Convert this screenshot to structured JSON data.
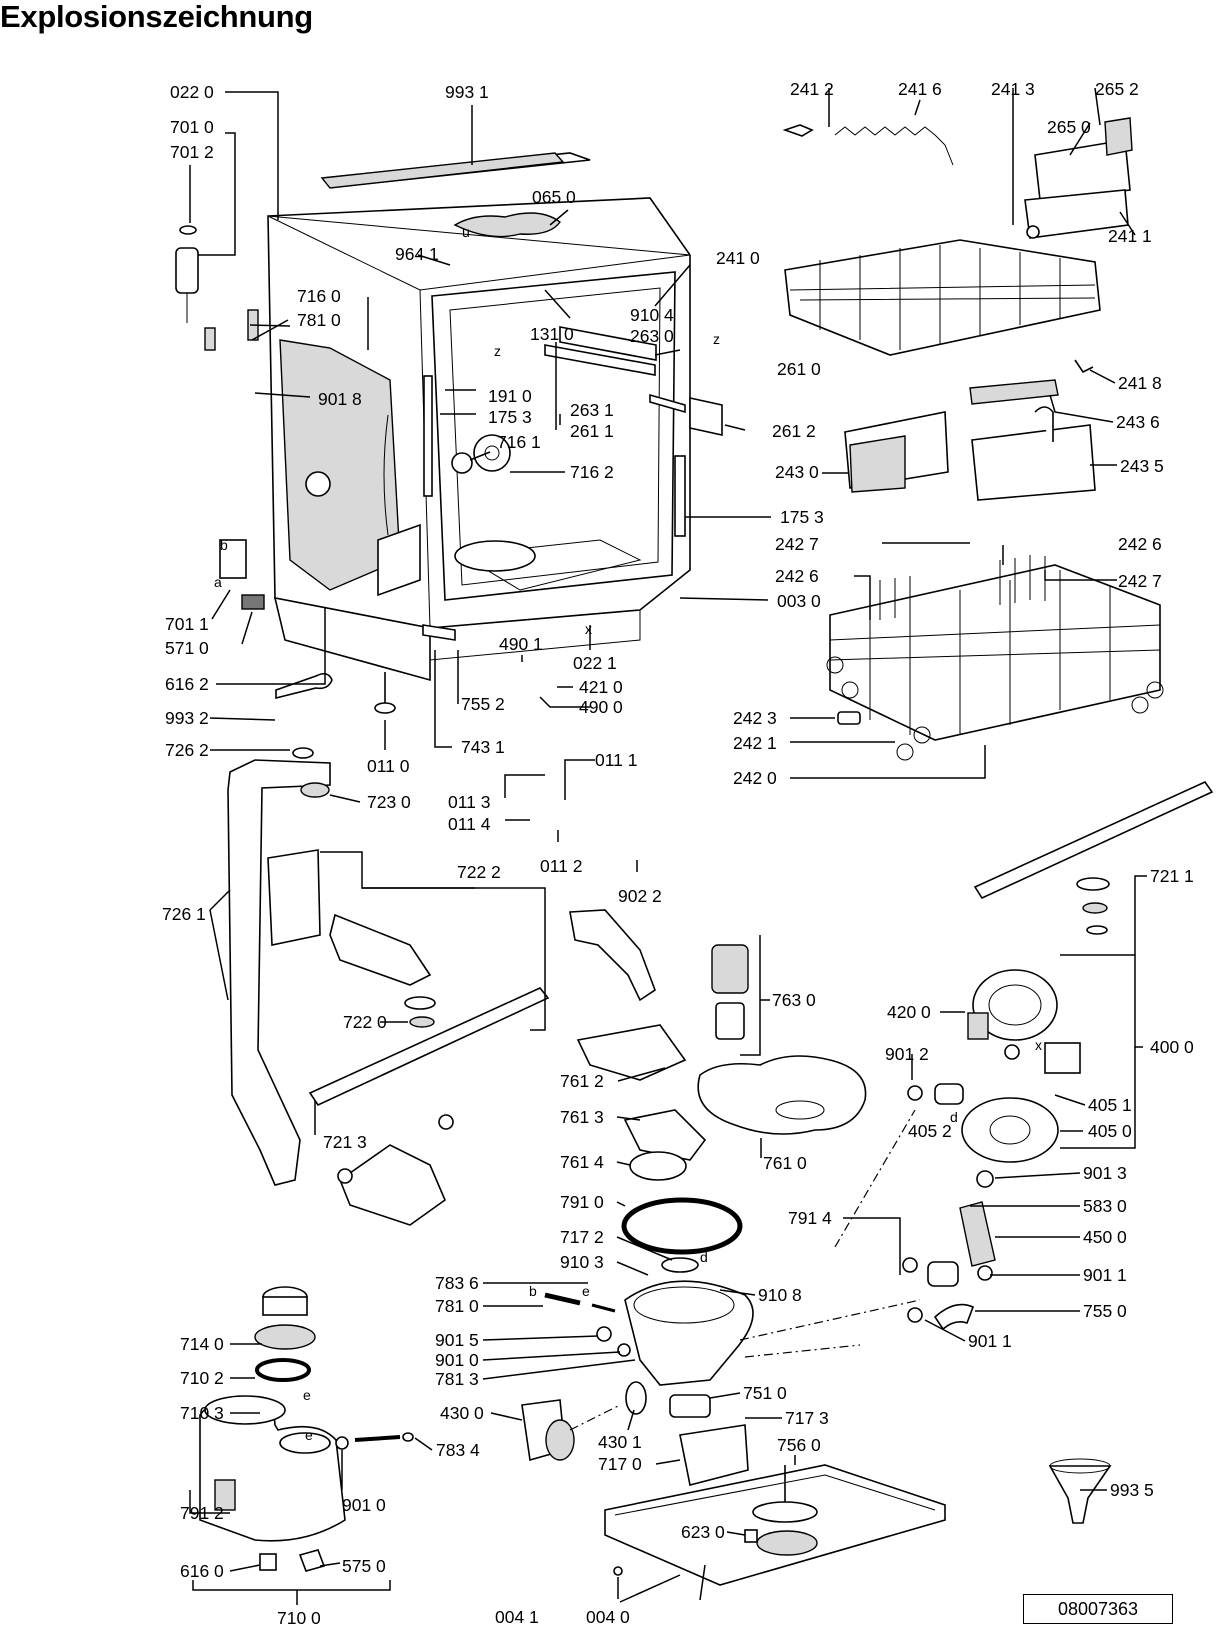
{
  "title": "Explosionszeichnung",
  "document_number": "08007363",
  "part_numbers": {
    "p0220": "022 0",
    "p9931": "993 1",
    "p7010": "701 0",
    "p7012": "701 2",
    "p0650": "065 0",
    "p9641": "964 1",
    "p7160": "716 0",
    "p7810": "781 0",
    "p9104": "910 4",
    "p1310": "131 0",
    "p2630": "263 0",
    "p2610": "261 0",
    "p9018": "901 8",
    "p1910": "191 0",
    "p1753a": "175 3",
    "p2631": "263 1",
    "p2611": "261 1",
    "p2612": "261 2",
    "p7161": "716 1",
    "p7162": "716 2",
    "p1753b": "175 3",
    "p0030": "003 0",
    "p7011": "701 1",
    "p5710": "571 0",
    "p4901": "490 1",
    "p0221": "022 1",
    "p4210": "421 0",
    "p4900": "490 0",
    "p6162": "616 2",
    "p7552": "755 2",
    "p9932": "993 2",
    "p7431": "743 1",
    "p0110": "011 0",
    "p7262": "726 2",
    "p7230": "723 0",
    "p0111": "011 1",
    "p0113": "011 3",
    "p0114": "011 4",
    "p0112": "011 2",
    "p9022": "902 2",
    "p7222": "722 2",
    "p7261": "726 1",
    "p7220": "722 0",
    "p7213": "721 3",
    "p2412": "241 2",
    "p2416": "241 6",
    "p2413": "241 3",
    "p2652": "265 2",
    "p2650": "265 0",
    "p2411": "241 1",
    "p2410": "241 0",
    "p2418": "241 8",
    "p2436": "243 6",
    "p2430": "243 0",
    "p2435": "243 5",
    "p2427a": "242 7",
    "p2426a": "242 6",
    "p2426b": "242 6",
    "p2427b": "242 7",
    "p2423": "242 3",
    "p2421": "242 1",
    "p2420": "242 0",
    "p7211": "721 1",
    "p7630": "763 0",
    "p4200": "420 0",
    "p4000": "400 0",
    "p9012": "901 2",
    "p4051": "405 1",
    "p4052": "405 2",
    "p4050": "405 0",
    "p7612": "761 2",
    "p7613": "761 3",
    "p7614": "761 4",
    "p7610": "761 0",
    "p9013": "901 3",
    "p7910": "791 0",
    "p7914": "791 4",
    "p5830": "583 0",
    "p7172": "717 2",
    "p4500": "450 0",
    "p9103": "910 3",
    "p9108": "910 8",
    "p7836": "783 6",
    "p7810b": "781 0",
    "p9011a": "901 1",
    "p7550": "755 0",
    "p9015": "901 5",
    "p9010": "901 0",
    "p9011b": "901 1",
    "p7140": "714 0",
    "p7813": "781 3",
    "p7510": "751 0",
    "p7102": "710 2",
    "p4300": "430 0",
    "p7173": "717 3",
    "p7103": "710 3",
    "p4301": "430 1",
    "p7560": "756 0",
    "p7834": "783 4",
    "p7170": "717 0",
    "p9010b": "901 0",
    "p9935": "993 5",
    "p7912": "791 2",
    "p6230": "623 0",
    "p6160": "616 0",
    "p5750": "575 0",
    "p7100": "710 0",
    "p0041": "004 1",
    "p0040": "004 0"
  },
  "letter_marks": [
    "u",
    "z",
    "z",
    "x",
    "b",
    "a",
    "x",
    "d",
    "e",
    "d",
    "b",
    "e",
    "e"
  ]
}
